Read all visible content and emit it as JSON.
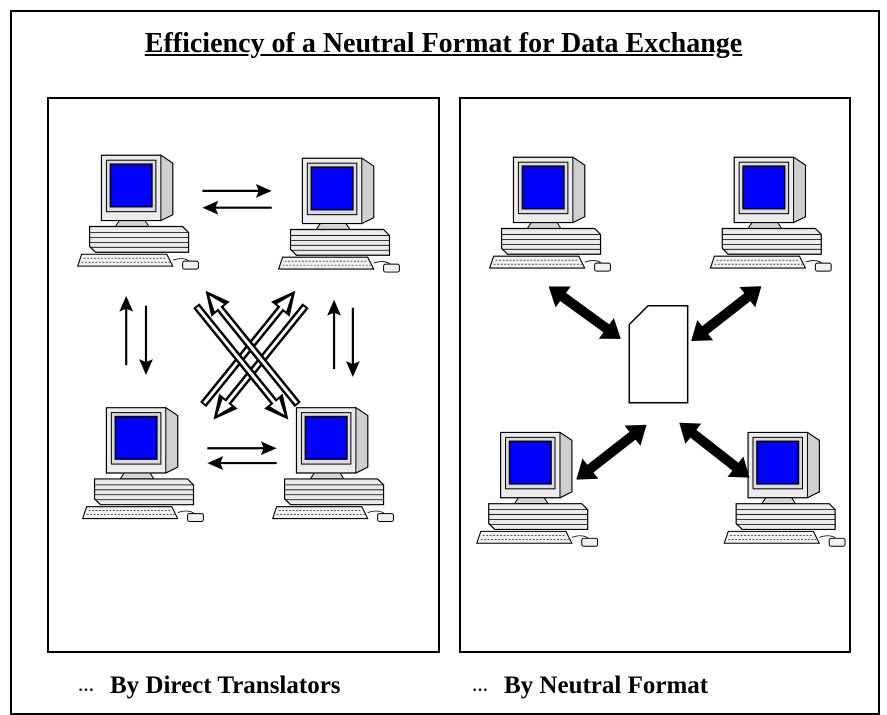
{
  "title": "Efficiency of a Neutral Format for Data Exchange",
  "captions": {
    "left": {
      "prefix": "…",
      "text": "By Direct Translators"
    },
    "right": {
      "prefix": "…",
      "text": "By Neutral Format"
    }
  },
  "colors": {
    "screen": "#0000ff",
    "casing": "#e8e8e8",
    "outline": "#000000",
    "arrow": "#000000"
  },
  "panels": {
    "left": {
      "computer_count": 4,
      "exchange": "pairwise-translators"
    },
    "right": {
      "computer_count": 4,
      "exchange": "central-neutral-file"
    }
  }
}
